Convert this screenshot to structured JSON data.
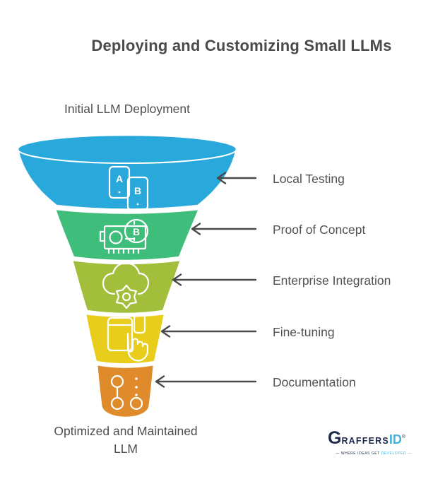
{
  "title": "Deploying and Customizing Small LLMs",
  "funnel": {
    "top_label": "Initial LLM Deployment",
    "bottom_label_line1": "Optimized and Maintained",
    "bottom_label_line2": "LLM",
    "stages": [
      {
        "label": "Local Testing",
        "color": "#29a8db",
        "icon": "ab-testing-phones-icon"
      },
      {
        "label": "Proof of Concept",
        "color": "#3ebe7a",
        "icon": "gpu-bitcoin-icon"
      },
      {
        "label": "Enterprise Integration",
        "color": "#a2be3a",
        "icon": "cloud-gear-icon"
      },
      {
        "label": "Fine-tuning",
        "color": "#e8cd1c",
        "icon": "hand-tap-devices-icon"
      },
      {
        "label": "Documentation",
        "color": "#df8a2b",
        "icon": "workflow-nodes-icon"
      }
    ]
  },
  "icons": {
    "letter_a": "A",
    "letter_b": "B",
    "bitcoin_b": "B"
  },
  "logo": {
    "brand_initial": "G",
    "brand_rest": "RAFFERS",
    "brand_suffix": "ID",
    "registered_mark": "®",
    "tagline_left": "— WHERE IDEAS GET",
    "tagline_right": "DEVELOPED —"
  },
  "colors": {
    "title_text": "#4a4a4a",
    "label_text": "#525252",
    "arrow": "#4a4a4a",
    "logo_navy": "#1e2a4d",
    "logo_cyan": "#41b4db",
    "background": "#ffffff"
  }
}
